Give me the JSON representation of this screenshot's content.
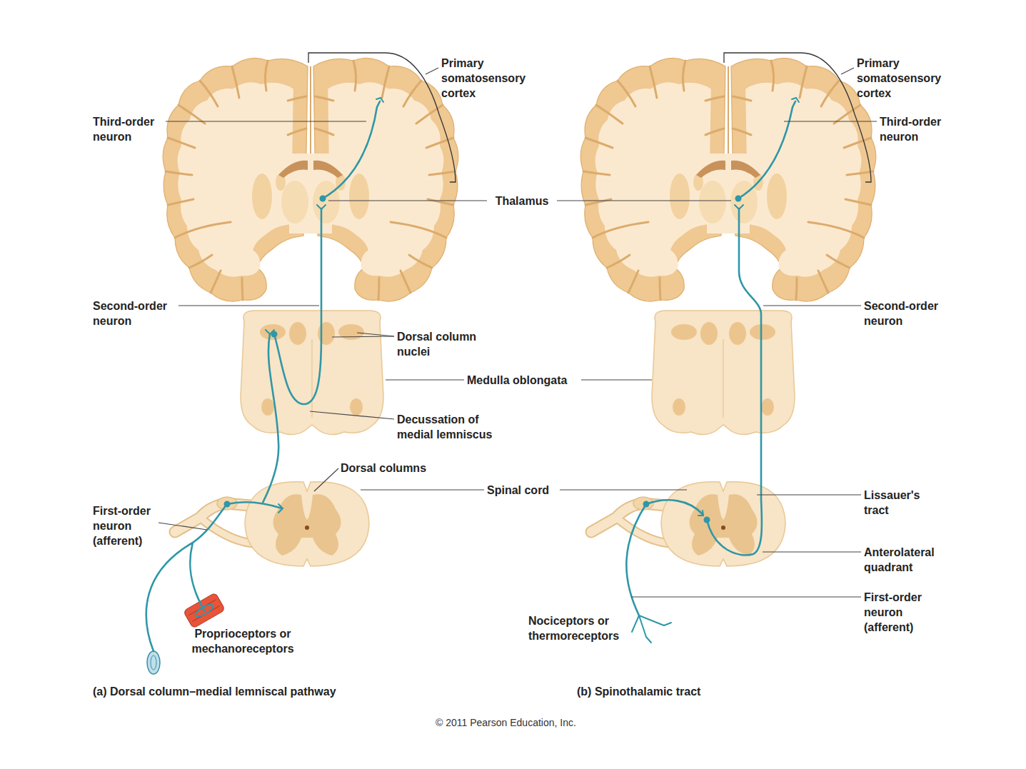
{
  "diagram": {
    "labels": [
      "Primary somatosensory cortex",
      "Third-order neuron",
      "Thalamus",
      "Second-order neuron",
      "Dorsal column nuclei",
      "Medulla oblongata",
      "Decussation of medial lemniscus",
      "Dorsal columns",
      "Spinal cord",
      "First-order neuron (afferent)",
      "Proprioceptors or mechanoreceptors",
      "(a) Dorsal column–medial lemniscal pathway",
      "Primary somatosensory cortex",
      "Third-order neuron",
      "Second-order neuron",
      "Lissauer's tract",
      "Anterolateral quadrant",
      "First-order neuron (afferent)",
      "Nociceptors or thermoreceptors",
      "(b) Spinothalamic tract",
      "© 2011 Pearson Education, Inc."
    ]
  }
}
